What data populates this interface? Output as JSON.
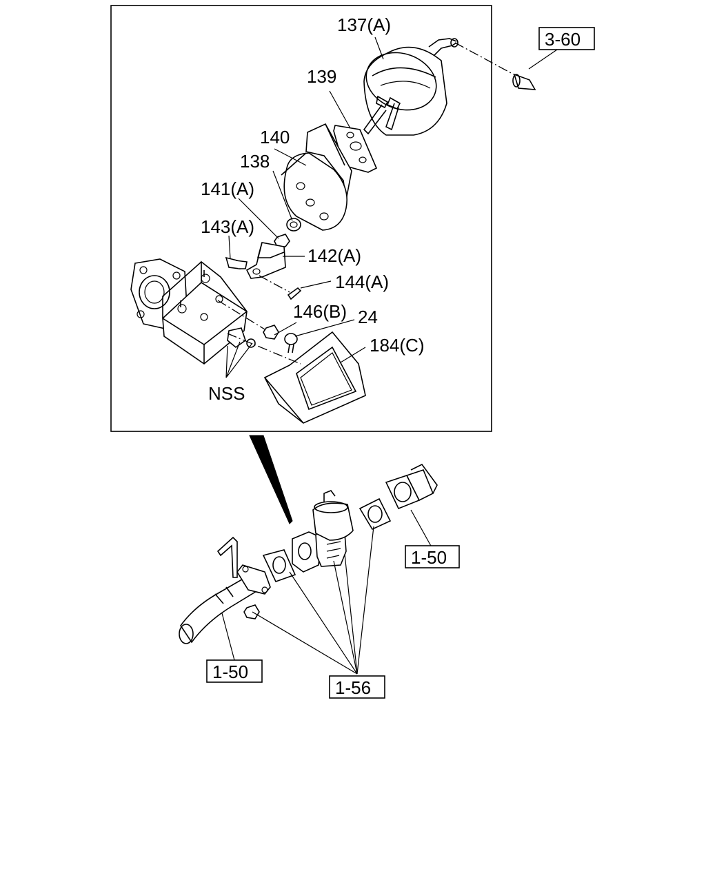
{
  "callouts": {
    "c137": "137(A)",
    "c139": "139",
    "c140": "140",
    "c138": "138",
    "c141": "141(A)",
    "c143": "143(A)",
    "c142": "142(A)",
    "c144": "144(A)",
    "c146": "146(B)",
    "c24": "24",
    "c184": "184(C)",
    "nss": "NSS"
  },
  "references": {
    "r360": "3-60",
    "r150_right": "1-50",
    "r150_left": "1-50",
    "r156": "1-56"
  }
}
